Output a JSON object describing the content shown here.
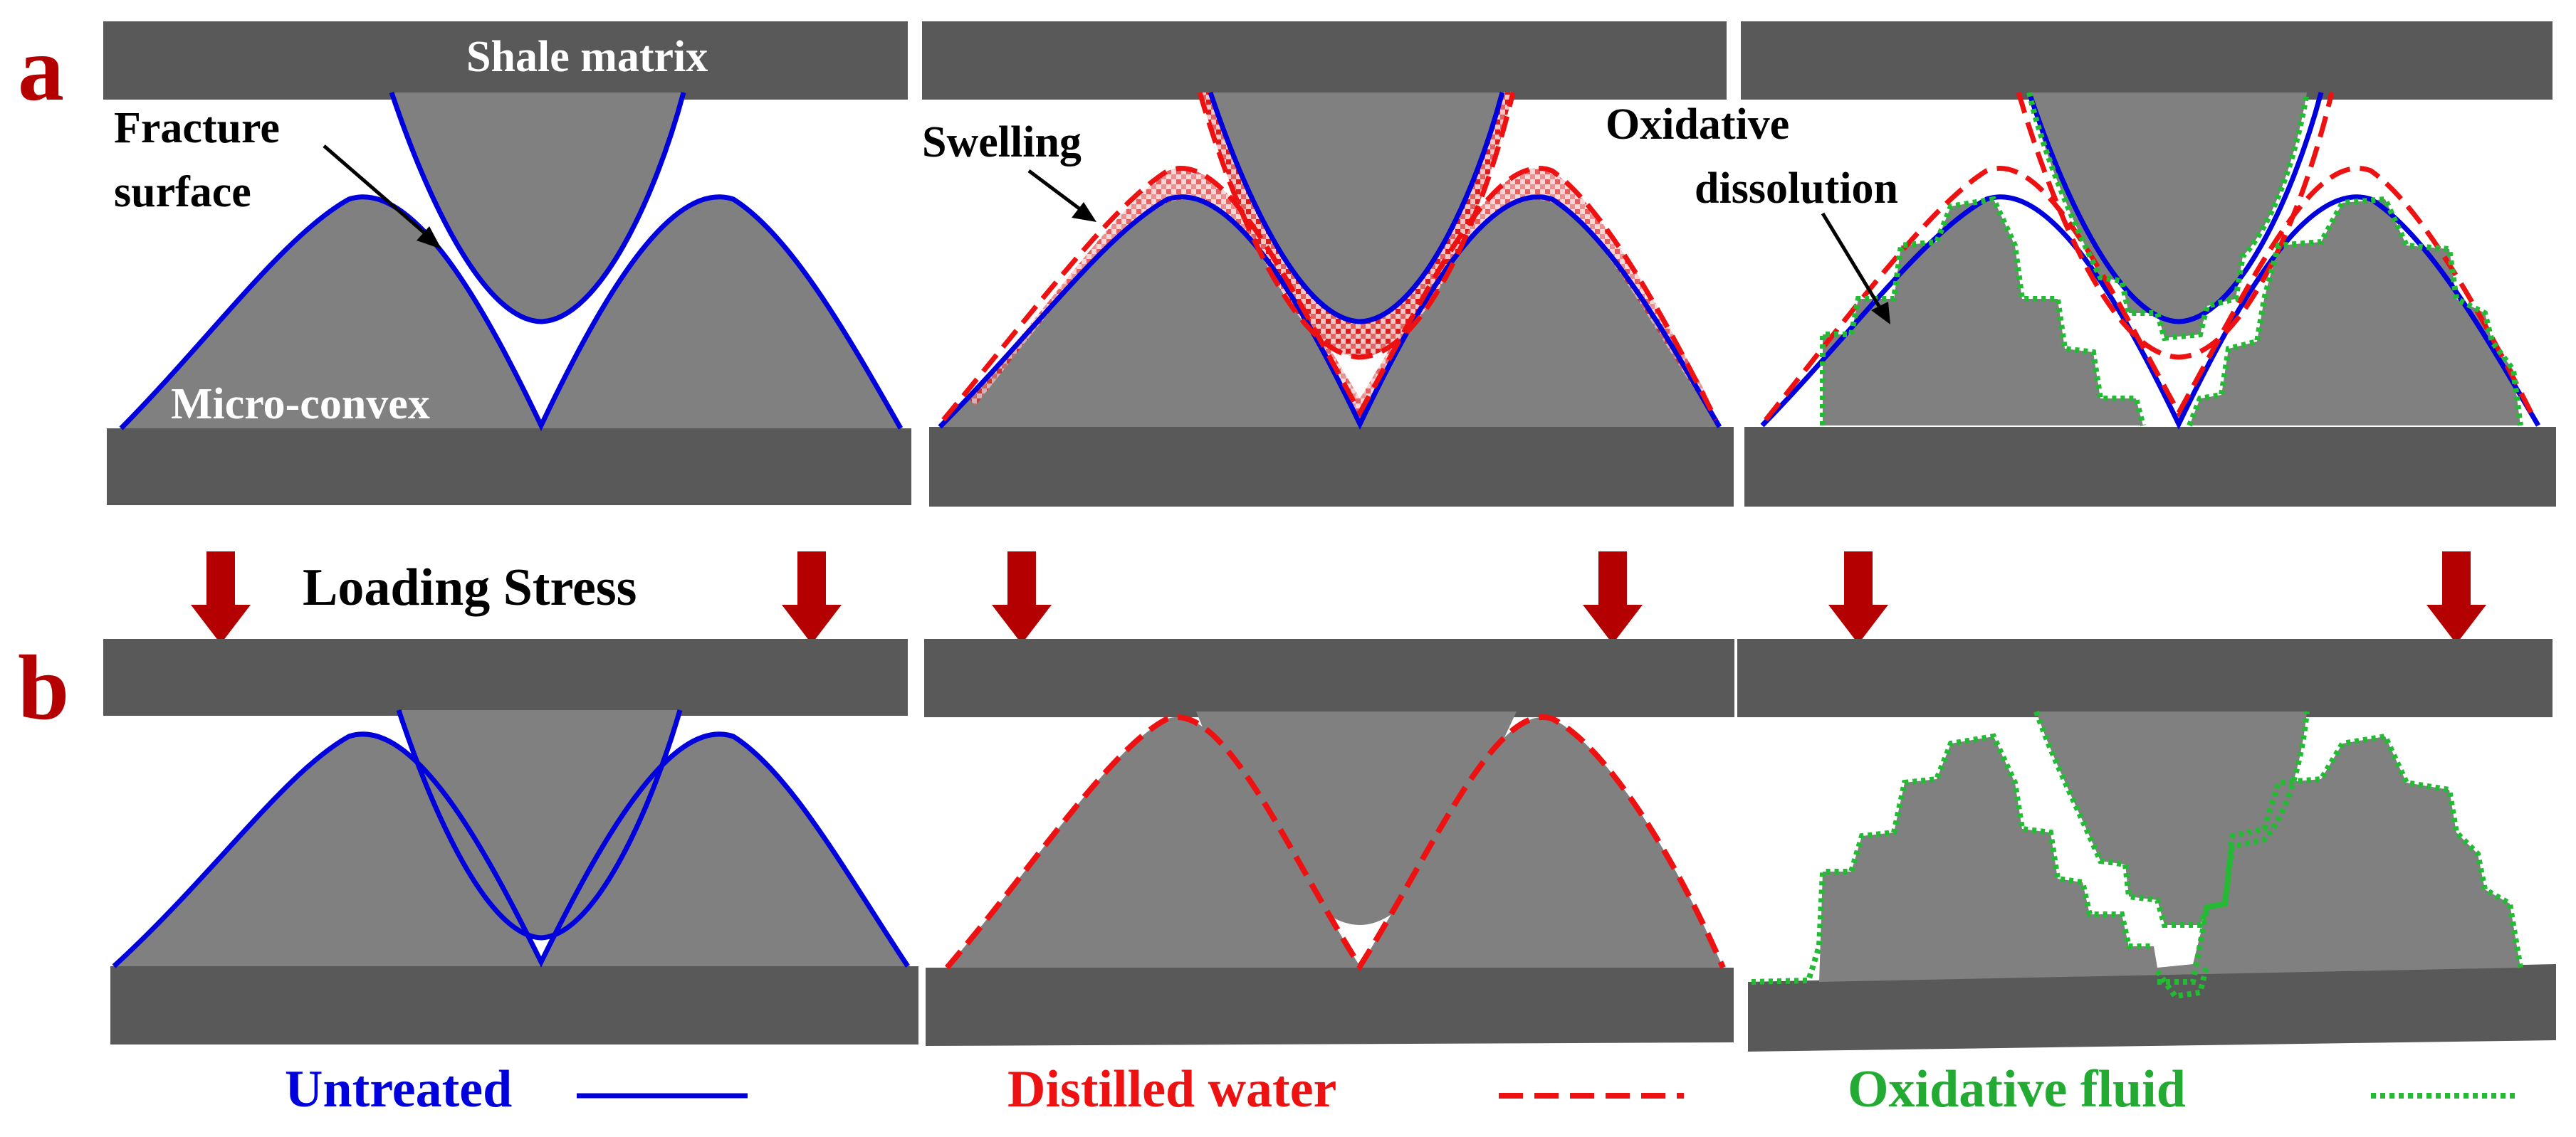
{
  "panels": {
    "a": "a",
    "b": "b"
  },
  "labels": {
    "shale_matrix": "Shale matrix",
    "fracture_surface_1": "Fracture",
    "fracture_surface_2": "surface",
    "micro_convex": "Micro-convex",
    "swelling": "Swelling",
    "oxidative_dissolution_1": "Oxidative",
    "oxidative_dissolution_2": "dissolution",
    "loading_stress": "Loading Stress"
  },
  "legend": [
    {
      "label": "Untreated",
      "color": "#0000dd",
      "line": "solid"
    },
    {
      "label": "Distilled water",
      "color": "#ee1111",
      "line": "dashed"
    },
    {
      "label": "Oxidative fluid",
      "color": "#22aa33",
      "line": "dotted"
    }
  ],
  "colors": {
    "matrix": "#595959",
    "grain": "#808080",
    "untreated": "#0000dd",
    "water": "#ee1111",
    "oxidative": "#22bb33",
    "arrow": "#b40000",
    "panel_letter": "#b40000"
  }
}
